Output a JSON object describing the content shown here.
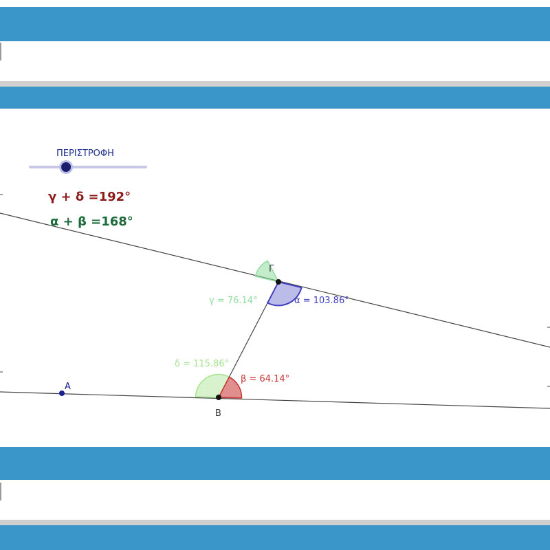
{
  "slider": {
    "label": "ΠΕΡΙΣΤΡΟΦΗ",
    "value_fraction": 0.31
  },
  "sums": {
    "gamma_delta": "γ + δ  =192°",
    "alpha_beta": "α + β =168°"
  },
  "points": {
    "A": "A",
    "B": "B",
    "G": "Γ"
  },
  "angles": {
    "alpha": "α = 103.86°",
    "beta": "β = 64.14°",
    "gamma": "γ = 76.14°",
    "delta": "δ = 115.86°"
  },
  "colors": {
    "toolbar_blue": "#3a96c8",
    "alpha": "#3f3fbf",
    "beta": "#c83232",
    "gamma": "#8fdc9f",
    "delta": "#a7e38f",
    "sum_red": "#8b1a1a",
    "sum_green": "#1e6b3c"
  }
}
